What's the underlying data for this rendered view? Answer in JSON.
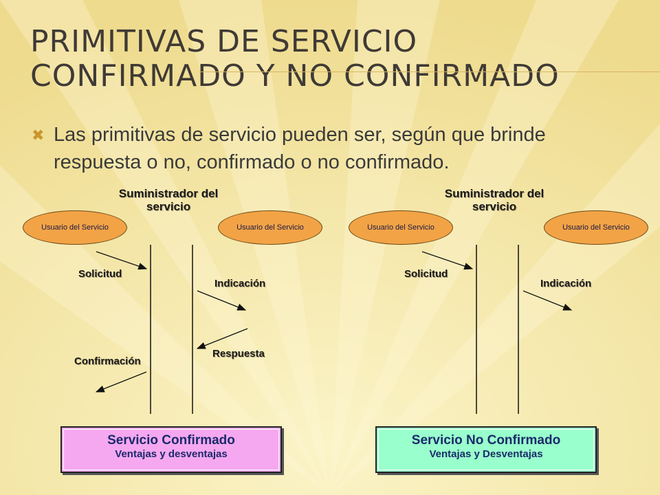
{
  "slide": {
    "title": "PRIMITIVAS DE SERVICIO CONFIRMADO Y NO CONFIRMADO",
    "bullet": "Las primitivas de servicio pueden ser, según que brinde respuesta o no, confirmado o no confirmado."
  },
  "confirmado": {
    "proveedor": "Suministrador del servicio",
    "usuario_izq": "Usuario del Servicio",
    "usuario_der": "Usuario del Servicio",
    "solicitud": "Solicitud",
    "indicacion": "Indicación",
    "respuesta": "Respuesta",
    "confirmacion": "Confirmación",
    "box_title": "Servicio Confirmado",
    "box_sub": "Ventajas y desventajas",
    "box_color": "#f5a8f0"
  },
  "no_confirmado": {
    "proveedor": "Suministrador del servicio",
    "usuario_izq": "Usuario del Servicio",
    "usuario_der": "Usuario del Servicio",
    "solicitud": "Solicitud",
    "indicacion": "Indicación",
    "box_title": "Servicio No Confirmado",
    "box_sub": "Ventajas y Desventajas",
    "box_color": "#99ffcc"
  },
  "colors": {
    "ellipse": "#f2a345",
    "accent": "#c9962d"
  }
}
